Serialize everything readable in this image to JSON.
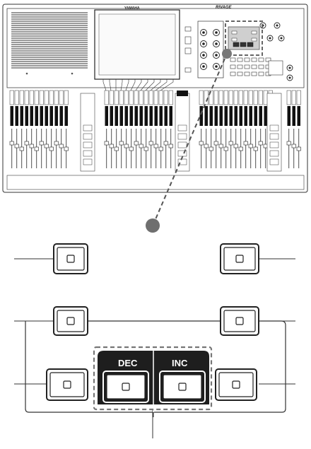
{
  "console": {
    "brand": "YAMAHA",
    "model": "RIVAGE"
  },
  "panel": {
    "dec_label": "DEC",
    "inc_label": "INC"
  }
}
